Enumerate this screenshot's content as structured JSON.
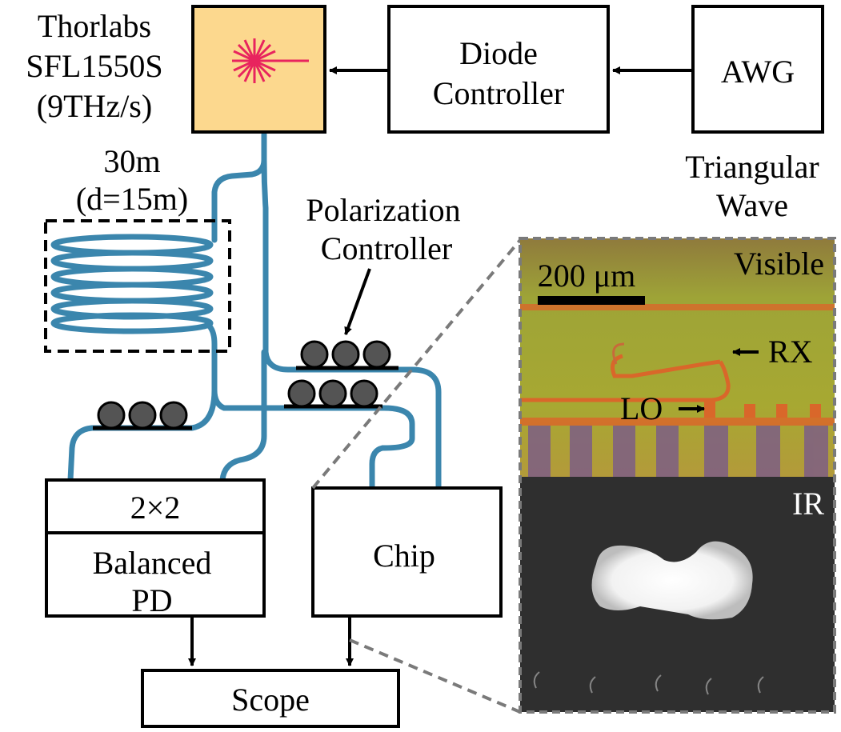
{
  "laser": {
    "lines": [
      "Thorlabs",
      "SFL1550S",
      "(9THz/s)"
    ],
    "fill_color": "#fcd88e",
    "starburst_color": "#e8245e"
  },
  "diode_controller": {
    "lines": [
      "Diode",
      "Controller"
    ]
  },
  "awg": {
    "label": "AWG",
    "caption_lines": [
      "Triangular",
      "Wave"
    ]
  },
  "fiber_spool": {
    "lines": [
      "30m",
      "(d=15m)"
    ]
  },
  "polarization_controller": {
    "lines": [
      "Polarization",
      "Controller"
    ]
  },
  "balanced_pd": {
    "top_label": "2×2",
    "lines": [
      "Balanced",
      "PD"
    ]
  },
  "chip": {
    "label": "Chip"
  },
  "scope": {
    "label": "Scope"
  },
  "micrograph": {
    "visible_label": "Visible",
    "scale_bar_label": "200 μm",
    "rx_label": "RX",
    "lo_label": "LO",
    "ir_label": "IR"
  },
  "colors": {
    "fiber": "#3b86ad",
    "paddle": "#545454",
    "visible_bg": "#a9a631",
    "waveguide": "#d9672a",
    "ir_bg": "#2f2f2f"
  }
}
